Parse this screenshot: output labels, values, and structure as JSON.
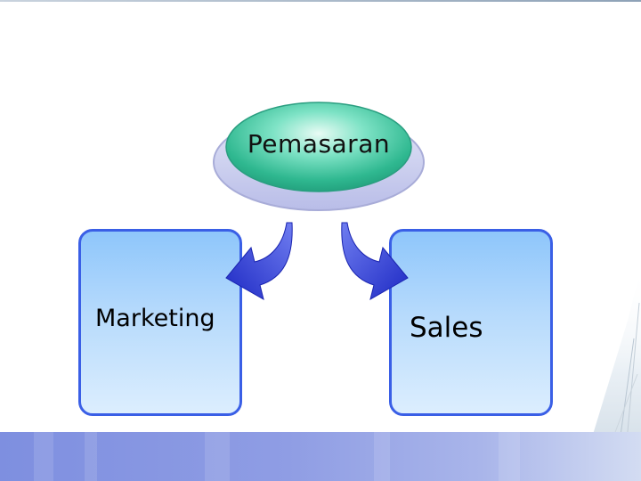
{
  "diagram": {
    "root": {
      "label": "Pemasaran"
    },
    "children": [
      {
        "label": "Marketing"
      },
      {
        "label": "Sales"
      }
    ]
  },
  "colors": {
    "root_fill": "#3ecba7",
    "root_shadow": "#c5c9ec",
    "box_border": "#3a5fe6",
    "arrow": "#2d3bd8",
    "footer": "#8f9de4"
  }
}
